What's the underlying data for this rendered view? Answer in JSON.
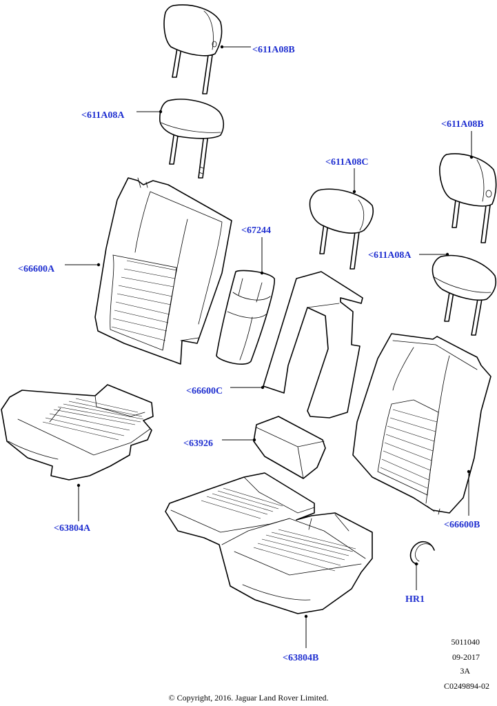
{
  "callouts": {
    "hr_611A08B_top": "<611A08B",
    "hr_611A08A_left": "<611A08A",
    "hr_611A08B_right": "<611A08B",
    "hr_611A08C": "<611A08C",
    "hr_611A08A_right": "<611A08A",
    "back_66600A": "<66600A",
    "armrest_67244": "<67244",
    "panel_66600C": "<66600C",
    "bolster_63926": "<63926",
    "cushion_63804A": "<63804A",
    "back_66600B": "<66600B",
    "clip_HR1": "HR1",
    "cushion_63804B": "<63804B"
  },
  "meta": {
    "code": "5011040",
    "date": "09-2017",
    "rev": "3A",
    "ref": "C0249894-02"
  },
  "copyright": "© Copyright, 2016. Jaguar Land Rover Limited.",
  "colors": {
    "callout": "#1f2fd0",
    "line": "#000000"
  }
}
